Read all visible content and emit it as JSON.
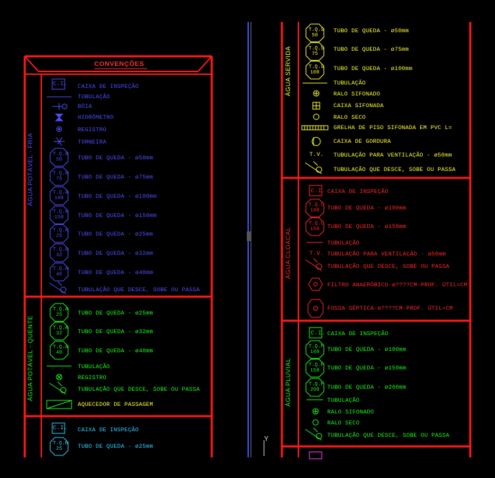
{
  "left_panel": {
    "title": "CONVENÇÕES",
    "sections": {
      "fria": {
        "label": "ÁGUA POTÁVEL - FRIA",
        "items": [
          {
            "icon": "C.I.",
            "text": "CAIXA DE INSPEÇÃO"
          },
          {
            "text": "TUBULAÇÃO"
          },
          {
            "text": "BÓIA"
          },
          {
            "text": "HIDRÔMETRO"
          },
          {
            "text": "REGISTRO"
          },
          {
            "text": "TORNEIRA"
          },
          {
            "badge": [
              "T.Q.A",
              "50"
            ],
            "text": "TUBO DE QUEDA - ø50mm"
          },
          {
            "badge": [
              "T.Q.A",
              "75"
            ],
            "text": "TUBO DE QUEDA - ø75mm"
          },
          {
            "badge": [
              "T.Q.A",
              "100"
            ],
            "text": "TUBO DE QUEDA - ø100mm"
          },
          {
            "badge": [
              "T.Q.A",
              "150"
            ],
            "text": "TUBO DE QUEDA - ø150mm"
          },
          {
            "badge": [
              "T.Q.A",
              "25"
            ],
            "text": "TUBO DE QUEDA - ø25mm"
          },
          {
            "badge": [
              "T.Q.A",
              "32"
            ],
            "text": "TUBO DE QUEDA - ø32mm"
          },
          {
            "badge": [
              "T.Q.A",
              "40"
            ],
            "text": "TUBO DE QUEDA - ø40mm"
          },
          {
            "text": "TUBULAÇÃO QUE DESCE, SOBE OU PASSA"
          }
        ]
      },
      "quente": {
        "label": "ÁGUA POTÁVEL - QUENTE",
        "items": [
          {
            "badge": [
              "T.Q.A",
              "25"
            ],
            "text": "TUBO DE QUEDA - ø25mm"
          },
          {
            "badge": [
              "T.Q.A",
              "32"
            ],
            "text": "TUBO DE QUEDA - ø32mm"
          },
          {
            "badge": [
              "T.Q.A",
              "40"
            ],
            "text": "TUBO DE QUEDA - ø40mm"
          },
          {
            "text": "TUBULAÇÃO"
          },
          {
            "text": "REGISTRO"
          },
          {
            "text": "TUBULAÇÃO QUE DESCE, SOBE OU PASSA"
          },
          {
            "text": "AQUECEDOR DE PASSAGEM"
          }
        ]
      },
      "bottom": {
        "items": [
          {
            "icon": "C.I.",
            "text": "CAIXA DE INSPEÇÃO"
          },
          {
            "badge": [
              "T.Q.B",
              "25"
            ],
            "text": "TUBO DE QUEDA - ø25mm"
          }
        ]
      }
    }
  },
  "right_panel": {
    "servida": {
      "label": "ÁGUA SERVIDA",
      "items": [
        {
          "badge": [
            "T.Q.S",
            "50"
          ],
          "text": "TUBO DE QUEDA - ø50mm"
        },
        {
          "badge": [
            "T.Q.S",
            "75"
          ],
          "text": "TUBO DE QUEDA - ø75mm"
        },
        {
          "badge": [
            "T.Q.S",
            "100"
          ],
          "text": "TUBO DE QUEDA - ø100mm"
        },
        {
          "text": "TUBULAÇÃO"
        },
        {
          "text": "RALO SIFONADO"
        },
        {
          "text": "CAIXA SIFONADA"
        },
        {
          "text": "RALO SECO"
        },
        {
          "text": "GRELHA DE PISO SIFONADA EM PVC L="
        },
        {
          "text": "CAIXA DE GORDURA"
        },
        {
          "icon": "T.V.",
          "text": "TUBULAÇÃO PARA VENTILAÇÃO - ø50mm"
        },
        {
          "text": "TUBULAÇÃO QUE DESCE, SOBE OU PASSA"
        }
      ]
    },
    "cloacal": {
      "label": "ÁGUA CLOACAL",
      "items": [
        {
          "icon": "C.I.",
          "text": "CAIXA DE INSPEÇÃO"
        },
        {
          "badge": [
            "T.Q.C",
            "100"
          ],
          "text": "TUBO DE QUEDA - ø100mm"
        },
        {
          "badge": [
            "T.Q.C",
            "150"
          ],
          "text": "TUBO DE QUEDA - ø150mm"
        },
        {
          "text": "TUBULAÇÃO"
        },
        {
          "icon": "T.V.",
          "text": "TUBULAÇÃO PARA VENTILAÇÃO - ø50mm"
        },
        {
          "text": "TUBULAÇÃO QUE DESCE, SOBE OU PASSA"
        },
        {
          "text": "FILTRO ANAERÓBICO-ø????CM-PROF. ÚTIL=CM"
        },
        {
          "text": "FOSSA SÉPTICA-ø????CM-PROF. ÚTIL=CM"
        }
      ]
    },
    "pluvial": {
      "label": "ÁGUA PLUVIAL",
      "items": [
        {
          "icon": "C.I.",
          "text": "CAIXA DE INSPEÇÃO"
        },
        {
          "badge": [
            "T.Q.P",
            "100"
          ],
          "text": "TUBO DE QUEDA - ø100mm"
        },
        {
          "badge": [
            "T.Q.P",
            "150"
          ],
          "text": "TUBO DE QUEDA - ø150mm"
        },
        {
          "badge": [
            "T.Q.P",
            "200"
          ],
          "text": "TUBO DE QUEDA - ø200mm"
        },
        {
          "text": "TUBULAÇÃO"
        },
        {
          "text": "RALO SIFONADO"
        },
        {
          "text": "RALO SECO"
        },
        {
          "text": "TUBULAÇÃO QUE DESCE, SOBE OU PASSA"
        }
      ]
    }
  },
  "ucs": {
    "axis": "Y"
  },
  "colors": {
    "frame": "#ff1a1a",
    "fria": "#4f4fff",
    "quente": "#1aff1a",
    "servida": "#ffff33",
    "cloacal": "#ff2a2a",
    "pluvial": "#1aff1a"
  }
}
